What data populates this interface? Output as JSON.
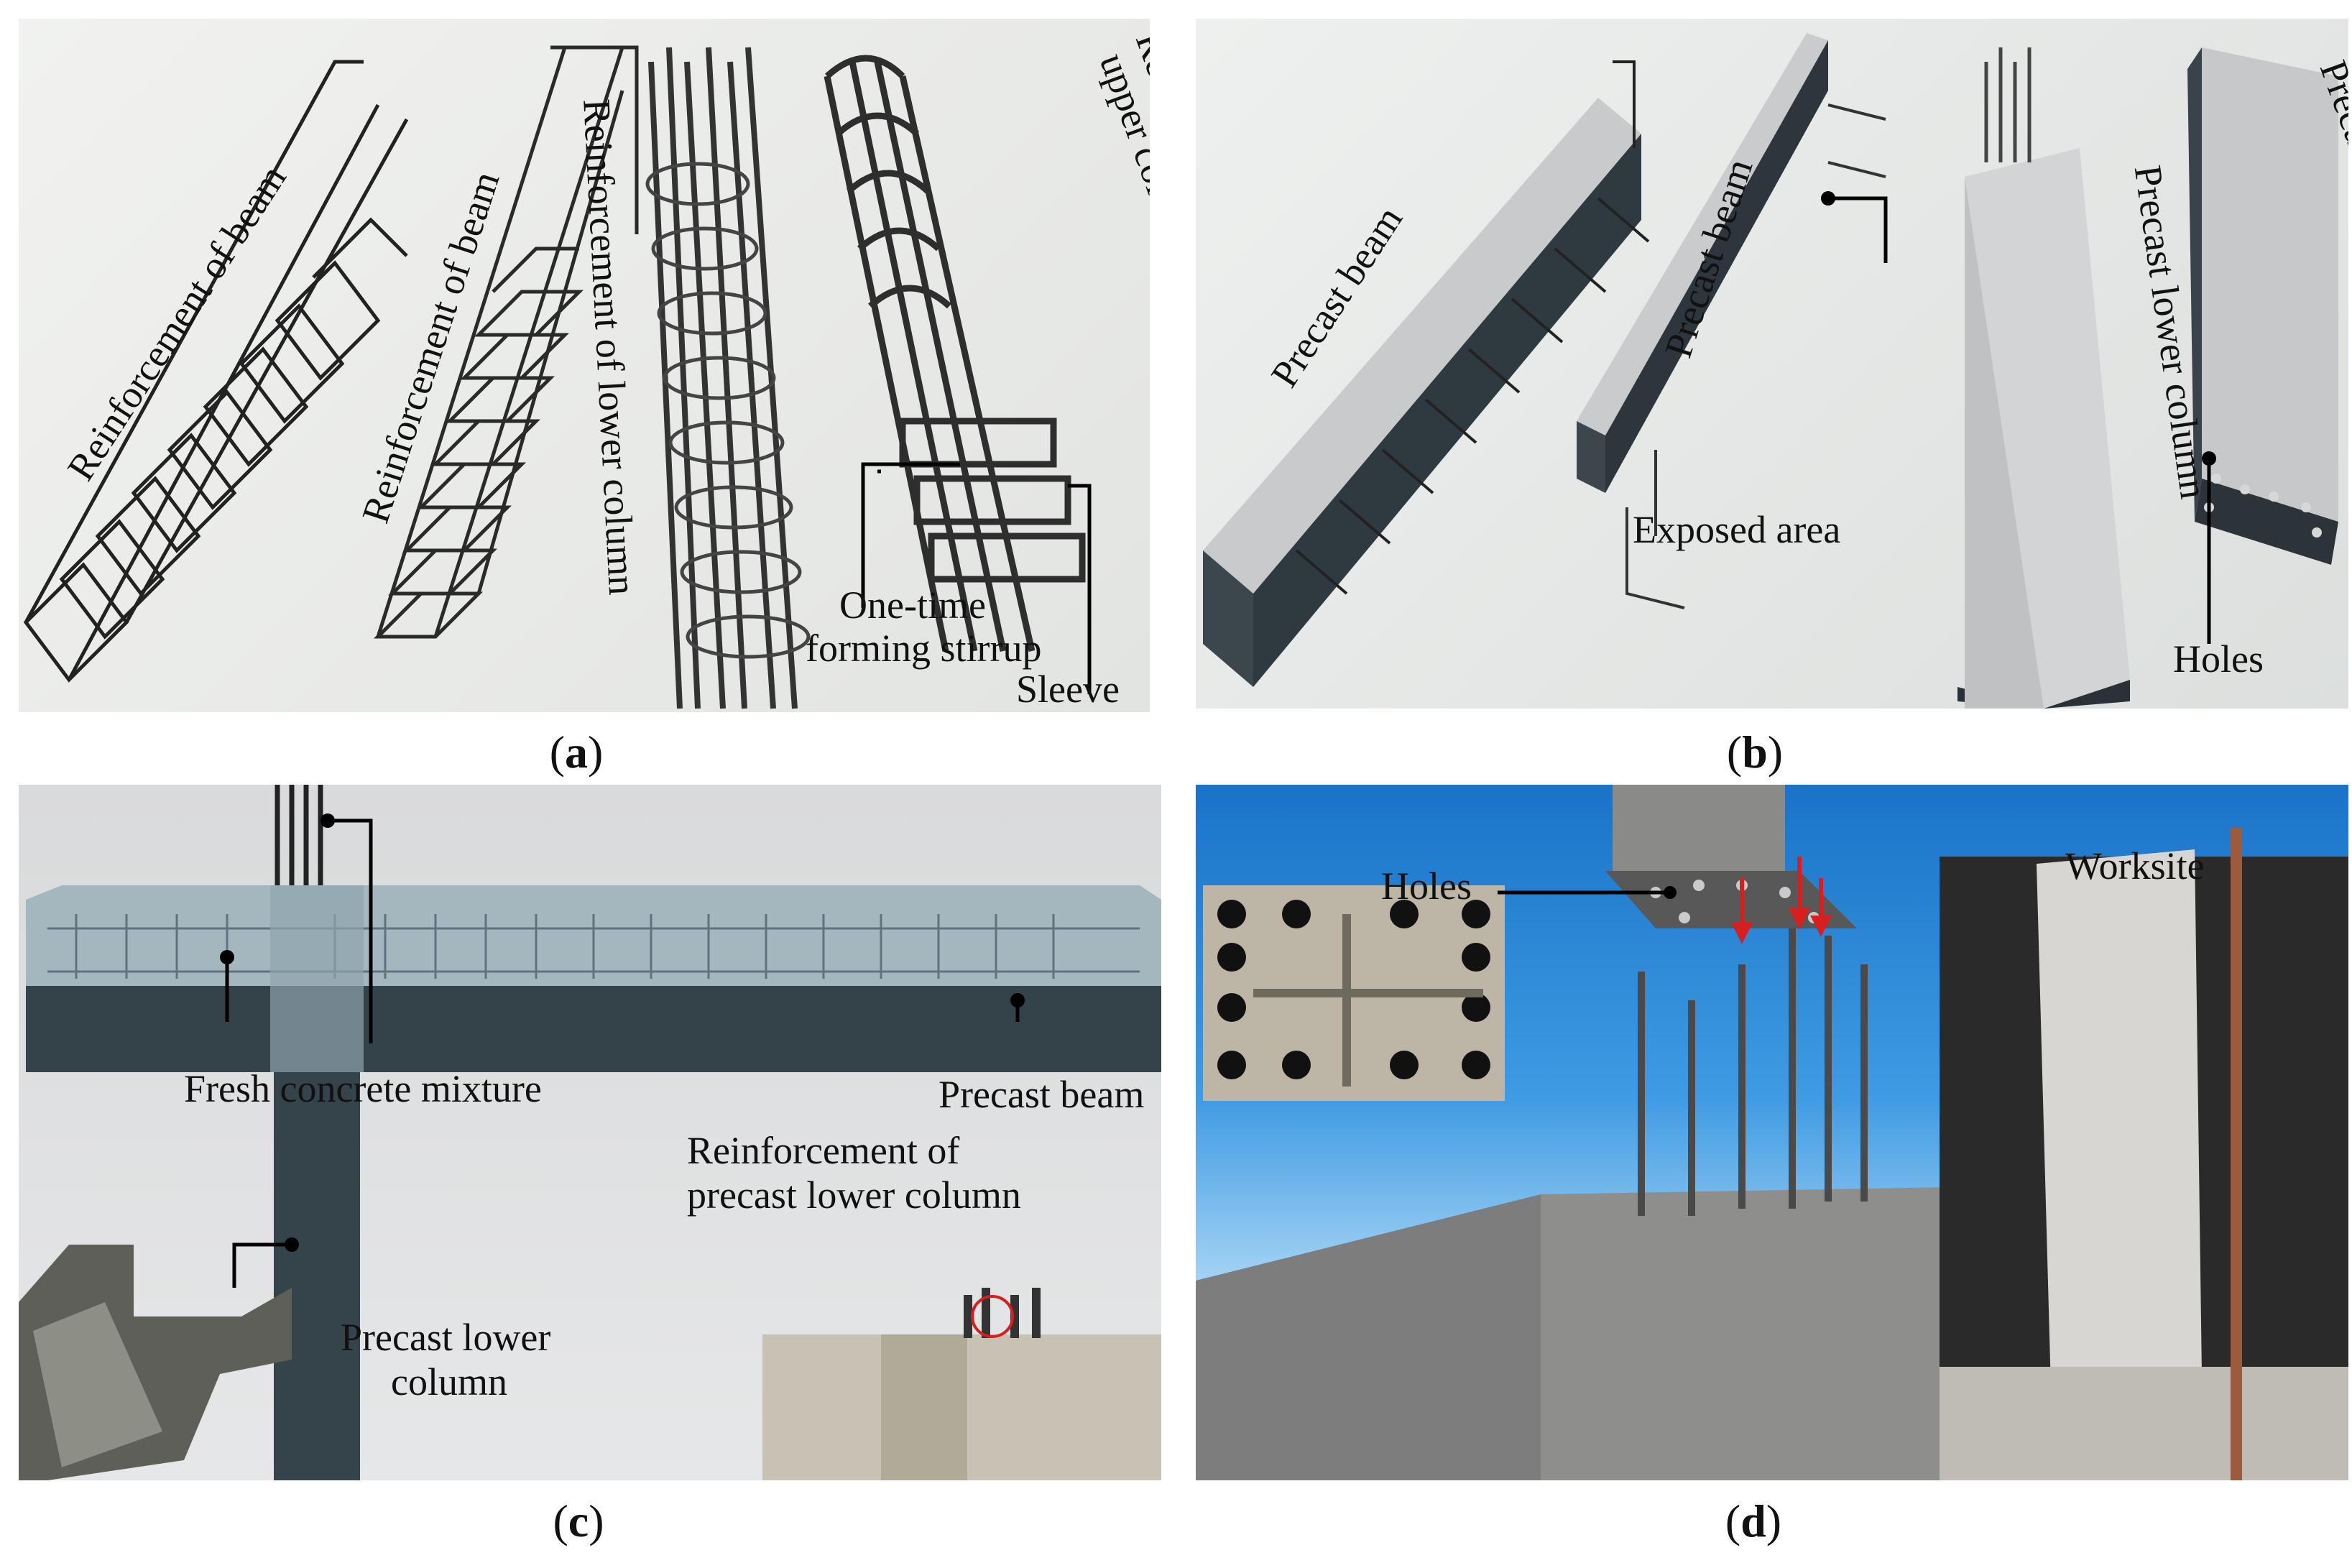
{
  "panels": {
    "a": {
      "caption_letter": "a",
      "labels": {
        "reinf_beam_1": "Reinforcement of beam",
        "reinf_beam_2": "Reinforcement of beam",
        "reinf_lower_col": "Reinforcement of lower column",
        "reinf_upper_col_1": "Reinforcement of",
        "reinf_upper_col_2": "upper column",
        "stirrup_1": "One-time",
        "stirrup_2": "forming stirrup",
        "sleeve": "Sleeve"
      }
    },
    "b": {
      "caption_letter": "b",
      "labels": {
        "precast_beam_1": "Precast beam",
        "precast_beam_2": "Precast beam",
        "precast_lower_col": "Precast lower column",
        "precast_upper_col": "Precast upper column",
        "exposed_area": "Exposed area",
        "holes": "Holes"
      }
    },
    "c": {
      "caption_letter": "c",
      "labels": {
        "fresh_concrete": "Fresh concrete mixture",
        "precast_beam": "Precast beam",
        "reinf_precast_col_1": "Reinforcement of",
        "reinf_precast_col_2": "precast lower column",
        "precast_lower_col_1": "Precast lower",
        "precast_lower_col_2": "column"
      }
    },
    "d": {
      "caption_letter": "d",
      "labels": {
        "holes": "Holes",
        "worksite": "Worksite"
      }
    }
  },
  "colors": {
    "concrete_dark": "#2f3a40",
    "concrete_light": "#b9bcbd",
    "rebar": "#3a3a3a",
    "arrow_red": "#d81e1e"
  }
}
